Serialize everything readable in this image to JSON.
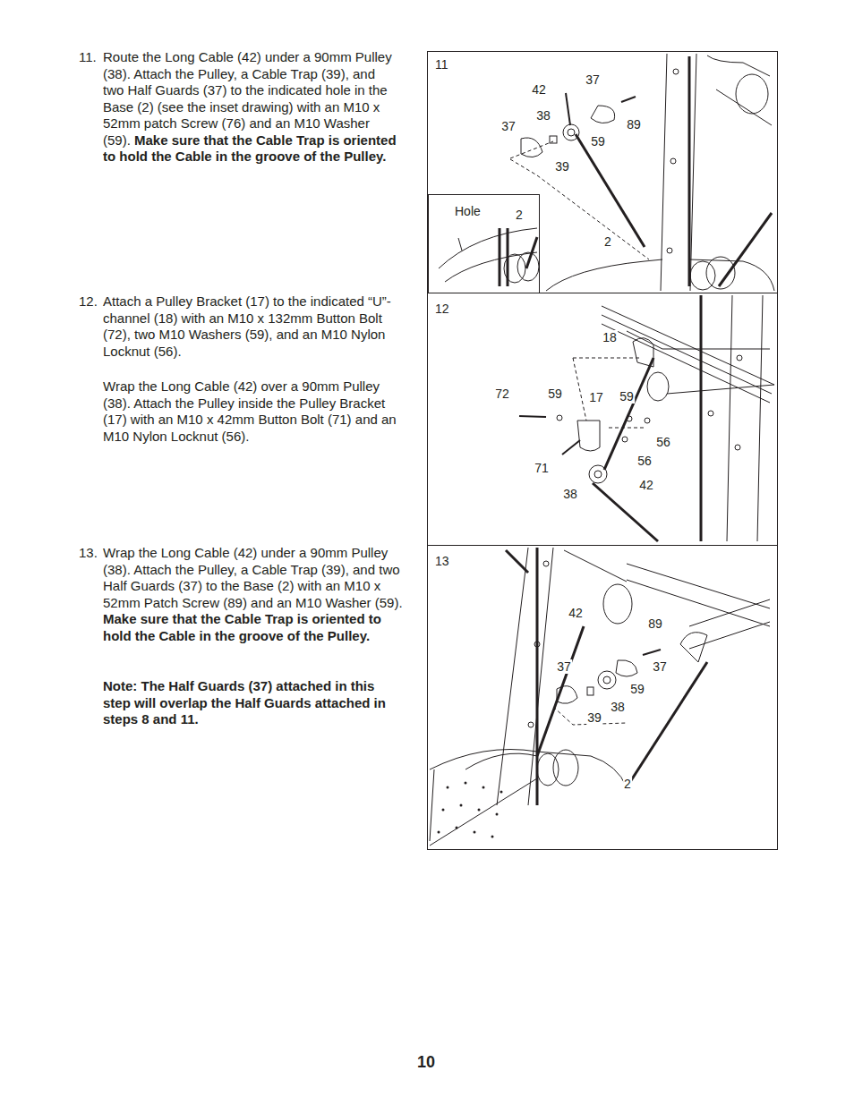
{
  "diagram": {
    "nodes": [
      {
        "text": [
          "11"
        ]
      },
      {
        "text": [
          "Hole",
          "2"
        ],
        "in": 0
      },
      {
        "text": [
          "12"
        ]
      },
      {
        "text": [
          "13"
        ]
      }
    ],
    "labels": [
      "11.",
      "Route the Long Cable (42) under a 90mm Pulley (38). Attach the Pulley, a Cable Trap (39), and two Half Guards (37) to the indicated hole in the Base (2) (see the inset drawing) with an M10 x 52mm patch Screw (76) and an M10 Washer (59).",
      "Make sure that the Cable Trap is oriented to hold the Cable in the groove of the Pulley.",
      "12.",
      "Attach a Pulley Bracket (17) to the indicated “U”-channel (18) with an M10 x 132mm Button Bolt (72), two M10 Washers (59), and an M10 Nylon Locknut (56).",
      "Wrap the Long Cable (42) over a 90mm Pulley (38). Attach the Pulley inside the Pulley Bracket (17) with an M10 x 42mm Button Bolt (71) and an M10 Nylon Locknut (56).",
      "13.",
      "Wrap the Long Cable (42) under a 90mm Pulley (38). Attach the Pulley, a Cable Trap (39), and two Half Guards (37) to the Base (2) with an M10 x 52mm Patch Screw (89) and an M10 Washer (59).",
      "Make sure that the Cable Trap is oriented to hold the Cable in the groove of the Pulley.",
      "Note: The Half Guards (37) attached in this step will overlap the Half Guards attached in steps 8 and 11.",
      "10",
      "37",
      "42",
      "38",
      "89",
      "37",
      "59",
      "39",
      "2",
      "18",
      "72",
      "59",
      "17",
      "59",
      "56",
      "71",
      "56",
      "38",
      "42",
      "42",
      "89",
      "37",
      "37",
      "59",
      "38",
      "39",
      "2"
    ]
  }
}
